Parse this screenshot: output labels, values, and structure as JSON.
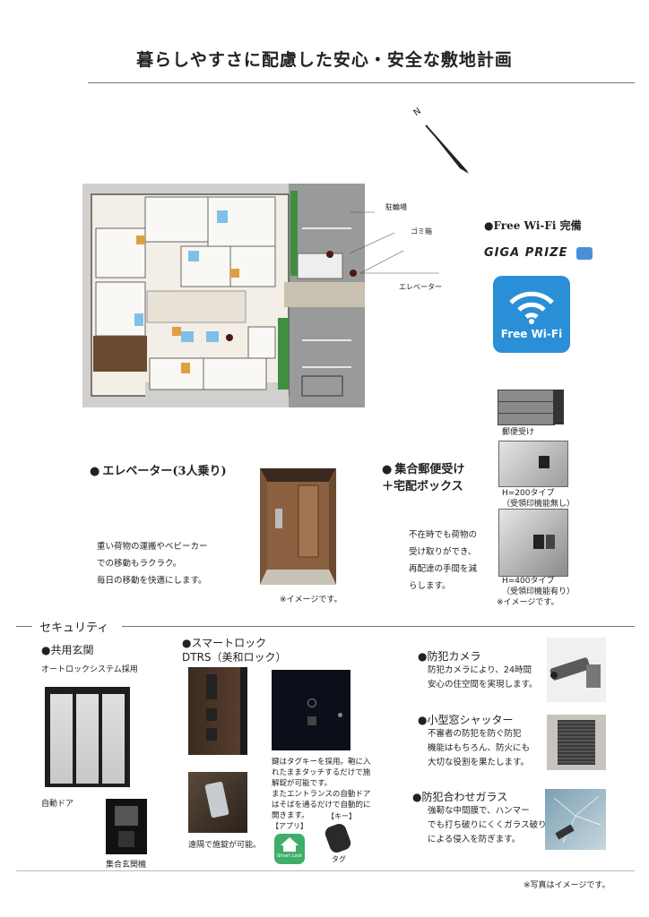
{
  "page_title": "暮らしやすさに配慮した安心・安全な敷地計画",
  "site_plan": {
    "labels": {
      "bicycle": "駐輪場",
      "garbage": "ゴミ箱",
      "elevator": "エレベーター"
    }
  },
  "wifi": {
    "heading": "●Free Wi-Fi 完備",
    "brand": "GIGA PRIZE",
    "badge": "Free Wi-Fi"
  },
  "mailbox": {
    "caption_mail": "郵便受け",
    "caption_h200": "H=200タイプ",
    "caption_h200_sub": "（受領印機能無し）",
    "caption_h400": "H=400タイプ",
    "caption_h400_sub": "（受領印機能有り）",
    "heading_line1": "集合郵便受け",
    "heading_line2": "＋宅配ボックス",
    "desc_lines": [
      "不在時でも荷物の",
      "受け取りができ、",
      "再配達の手間を減",
      "らします。"
    ],
    "image_note": "※イメージです。"
  },
  "elevator": {
    "heading": "エレベーター(3人乗り)",
    "desc_lines": [
      "重い荷物の運搬やベビーカー",
      "での移動もラクラク。",
      "毎日の移動を快適にします。"
    ],
    "image_note": "※イメージです。"
  },
  "security": {
    "heading": "セキュリティ",
    "entrance": {
      "heading": "●共用玄関",
      "sub": "オートロックシステム採用",
      "door_caption": "自動ドア",
      "intercom_caption": "集合玄関機"
    },
    "smartlock": {
      "heading_line1": "●スマートロック",
      "heading_line2": "DTRS（美和ロック）",
      "desc_lines": [
        "鍵はタグキーを採用。鞄に入",
        "れたままタッチするだけで施",
        "解錠が可能です。",
        "またエントランスの自動ドア",
        "はそばを通るだけで自動的に",
        "開きます。"
      ],
      "label_app": "【アプリ】",
      "label_key": "【キー】",
      "remote_caption": "遠隔で施錠が可能。",
      "tag_caption": "タグ",
      "app_icon_text": "Smart Lock"
    },
    "camera": {
      "heading": "●防犯カメラ",
      "desc_lines": [
        "防犯カメラにより、24時間",
        "安心の住空間を実現します。"
      ]
    },
    "shutter": {
      "heading": "●小型窓シャッター",
      "desc_lines": [
        "不審者の防犯を防ぐ防犯",
        "機能はもちろん、防火にも",
        "大切な役割を果たします。"
      ]
    },
    "glass": {
      "heading": "●防犯合わせガラス",
      "desc_lines": [
        "強靭な中間膜で、ハンマー",
        "でも打ち破りにくくガラス破り",
        "による侵入を防ぎます。"
      ]
    }
  },
  "footer_note": "※写真はイメージです。",
  "colors": {
    "wifi_blue": "#2a8fd6",
    "floor_tan": "#e8ded0",
    "green": "#3f8f3f",
    "wood_brown": "#6b4a30"
  }
}
